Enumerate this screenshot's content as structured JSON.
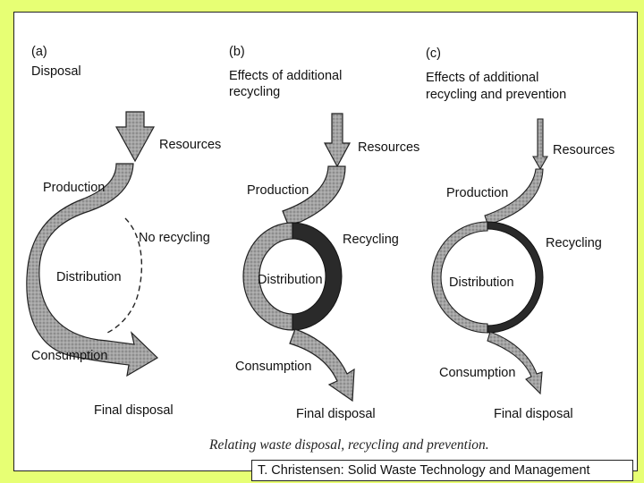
{
  "panels": [
    {
      "letter": "(a)",
      "title_line1": "Disposal",
      "title_line2": "",
      "labels": {
        "resources": "Resources",
        "production": "Production",
        "recycling": "No recycling",
        "distribution": "Distribution",
        "consumption": "Consumption",
        "final_disposal": "Final disposal"
      }
    },
    {
      "letter": "(b)",
      "title_line1": "Effects of additional",
      "title_line2": "recycling",
      "labels": {
        "resources": "Resources",
        "production": "Production",
        "recycling": "Recycling",
        "distribution": "Distribution",
        "consumption": "Consumption",
        "final_disposal": "Final disposal"
      }
    },
    {
      "letter": "(c)",
      "title_line1": "Effects of additional",
      "title_line2": "recycling and prevention",
      "labels": {
        "resources": "Resources",
        "production": "Production",
        "recycling": "Recycling",
        "distribution": "Distribution",
        "consumption": "Consumption",
        "final_disposal": "Final disposal"
      }
    }
  ],
  "caption": "Relating waste disposal, recycling and prevention.",
  "footer": "T. Christensen: Solid Waste Technology and Management",
  "colors": {
    "background": "#e7ff74",
    "flow_fill": "#9a9a9a",
    "recycle_fill": "#2a2a2a"
  }
}
